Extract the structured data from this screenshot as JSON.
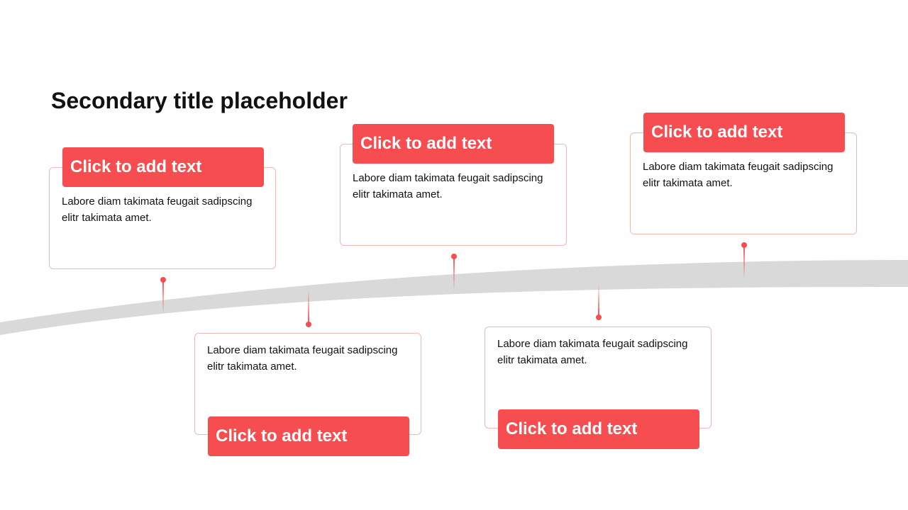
{
  "slide": {
    "title": "Secondary title placeholder"
  },
  "colors": {
    "accent": "#f64e50",
    "card_border": "#f2b8b5",
    "band": "#d9d9d9"
  },
  "milestones": [
    {
      "heading": "Click to add text",
      "body": "Labore diam takimata feugait sadipscing elitr takimata amet."
    },
    {
      "heading": "Click to add text",
      "body": "Labore diam takimata feugait sadipscing elitr takimata amet."
    },
    {
      "heading": "Click to add text",
      "body": "Labore diam takimata feugait sadipscing elitr takimata amet."
    },
    {
      "heading": "Click to add text",
      "body": "Labore diam takimata feugait sadipscing elitr takimata amet."
    },
    {
      "heading": "Click to add text",
      "body": "Labore diam takimata feugait sadipscing elitr takimata amet."
    }
  ]
}
